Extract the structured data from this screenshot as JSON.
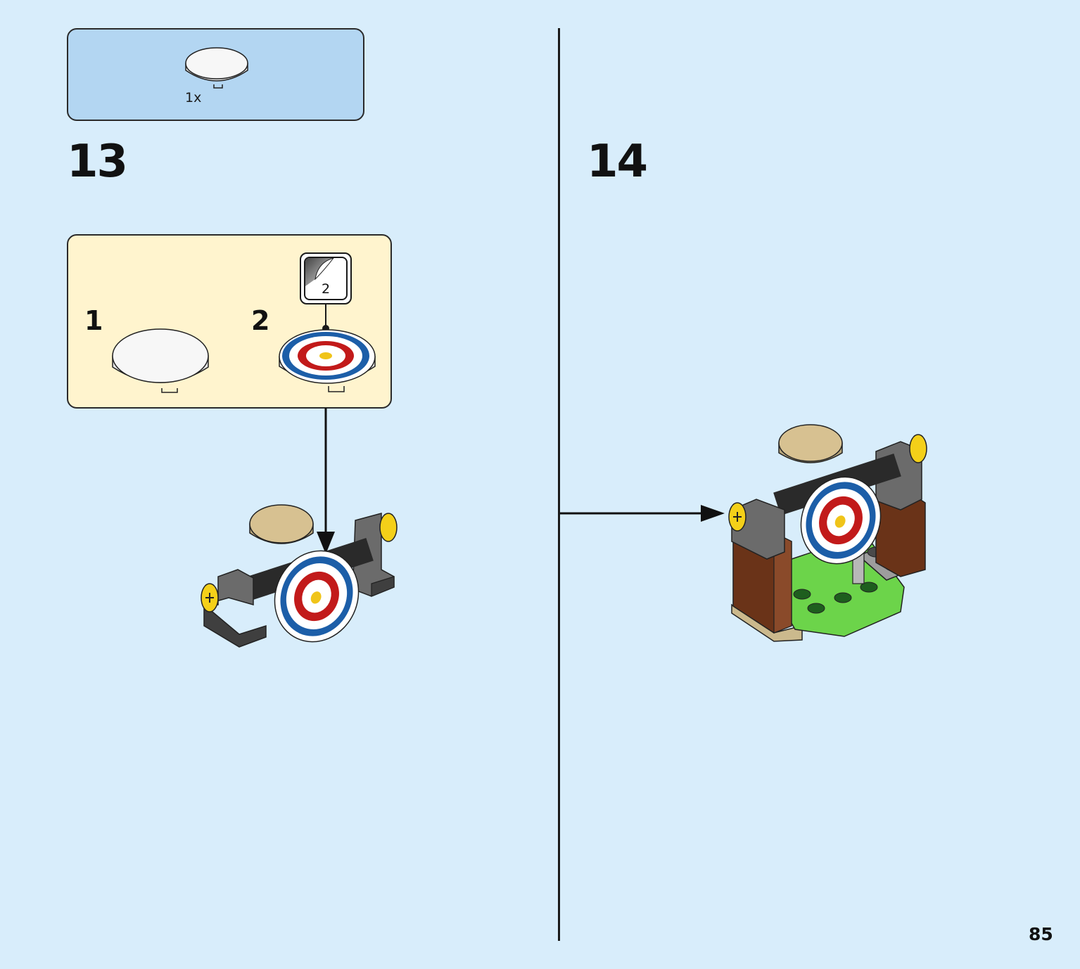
{
  "parts_callout": {
    "quantity": "1x",
    "part": "white-round-tile-icon"
  },
  "steps": [
    {
      "number": "13"
    },
    {
      "number": "14"
    }
  ],
  "sub_assembly": {
    "steps": [
      {
        "number": "1",
        "part": "white-round-tile-icon"
      },
      {
        "number": "2",
        "part": "target-tile-icon"
      }
    ],
    "sticker": {
      "sheet_number": "2",
      "icon": "sticker-sheet-icon"
    }
  },
  "colors": {
    "page_background": "#d8edfb",
    "parts_callout_background": "#b3d6f2",
    "sub_assembly_background": "#fff4ce"
  },
  "page_number": "85"
}
